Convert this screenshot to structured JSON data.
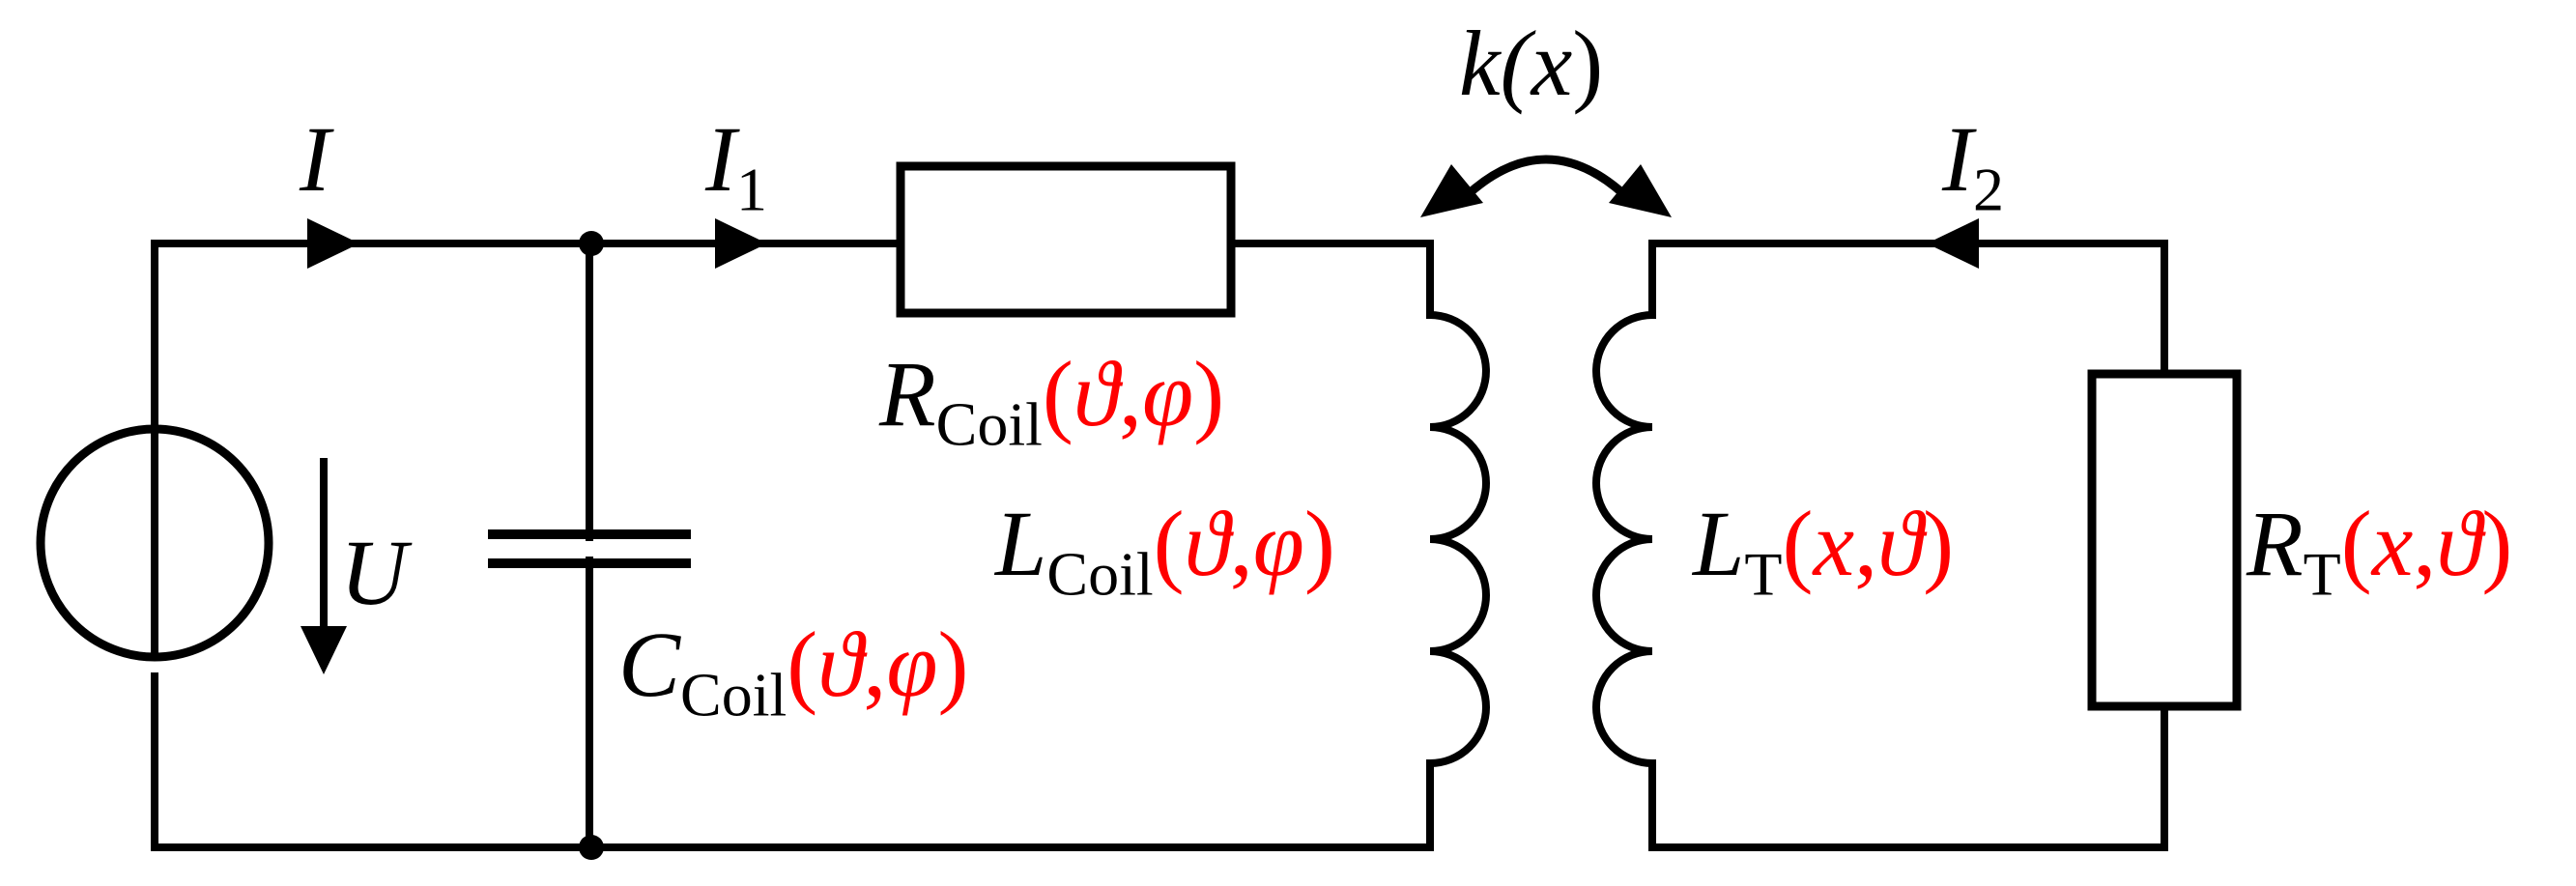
{
  "colors": {
    "wire": "#000000",
    "parameter": "#ff0000"
  },
  "source": {
    "voltage": {
      "sym": "U"
    }
  },
  "currents": {
    "total": {
      "sym": "I",
      "sub": ""
    },
    "primary": {
      "sym": "I",
      "sub": "1"
    },
    "secondary": {
      "sym": "I",
      "sub": "2"
    }
  },
  "coupling": {
    "open": "k(",
    "arg": "x",
    "close": ")"
  },
  "components": {
    "r_coil": {
      "sym": "R",
      "sub": "Coil",
      "args": [
        "ϑ",
        "φ"
      ]
    },
    "l_coil": {
      "sym": "L",
      "sub": "Coil",
      "args": [
        "ϑ",
        "φ"
      ]
    },
    "c_coil": {
      "sym": "C",
      "sub": "Coil",
      "args": [
        "ϑ",
        "φ"
      ]
    },
    "l_t": {
      "sym": "L",
      "sub": "T",
      "args": [
        "x",
        "ϑ"
      ]
    },
    "r_t": {
      "sym": "R",
      "sub": "T",
      "args": [
        "x",
        "ϑ"
      ]
    }
  },
  "separators": {
    "comma": ","
  },
  "parens": {
    "open": "(",
    "close": ")"
  }
}
